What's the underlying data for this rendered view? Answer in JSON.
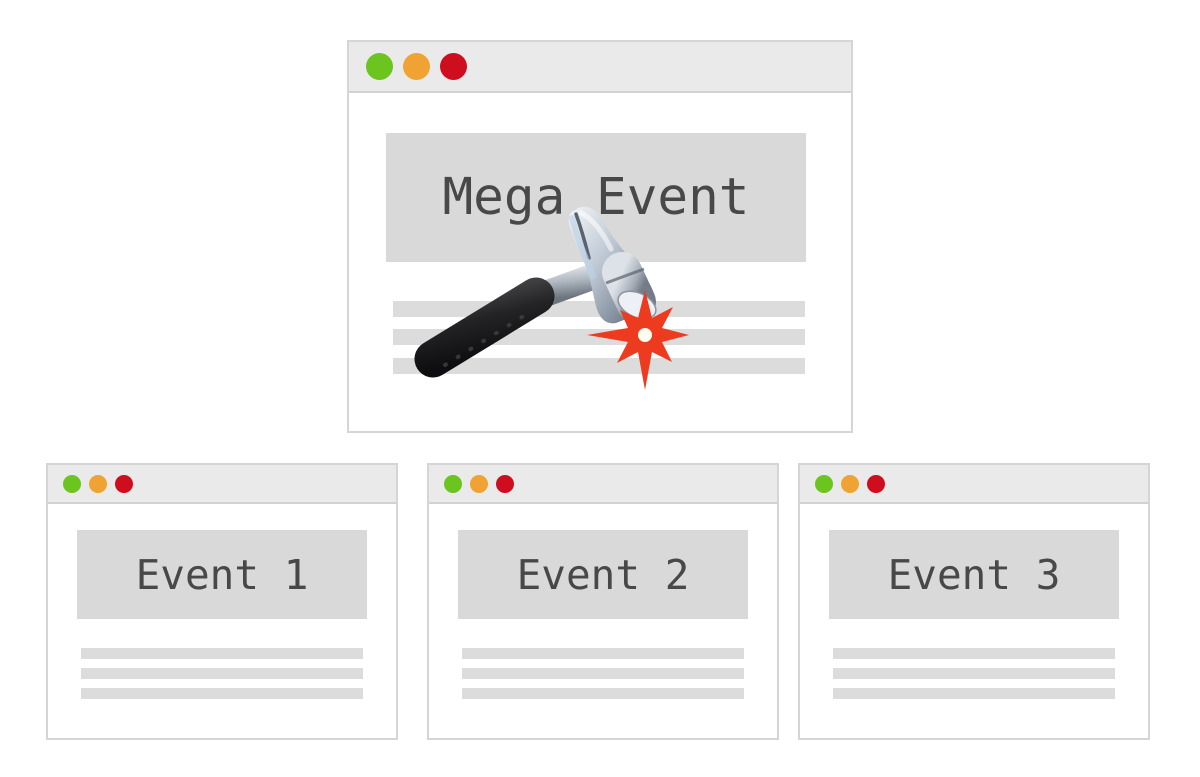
{
  "diagram": {
    "mega_window": {
      "title": "Mega Event",
      "placeholder_line_count": 3
    },
    "event_windows": [
      {
        "title": "Event 1",
        "placeholder_line_count": 3
      },
      {
        "title": "Event 2",
        "placeholder_line_count": 3
      },
      {
        "title": "Event 3",
        "placeholder_line_count": 3
      }
    ],
    "icons": [
      {
        "name": "traffic-light-green-icon"
      },
      {
        "name": "traffic-light-orange-icon"
      },
      {
        "name": "traffic-light-red-icon"
      },
      {
        "name": "hammer-icon"
      },
      {
        "name": "collision-icon"
      }
    ],
    "colors": {
      "traffic_green": "#6cc41e",
      "traffic_orange": "#f0a232",
      "traffic_red": "#ce0e1f",
      "titlebar_bg": "#eaeaea",
      "window_border": "#d5d5d5",
      "banner_bg": "#d9d9d9",
      "placeholder_line": "#dcdcdc",
      "title_text": "#484848",
      "collision_outer": "#ed3b1f",
      "collision_middle": "#f9a42a",
      "collision_inner": "#fdedb0",
      "collision_core": "#fffdf0"
    }
  }
}
